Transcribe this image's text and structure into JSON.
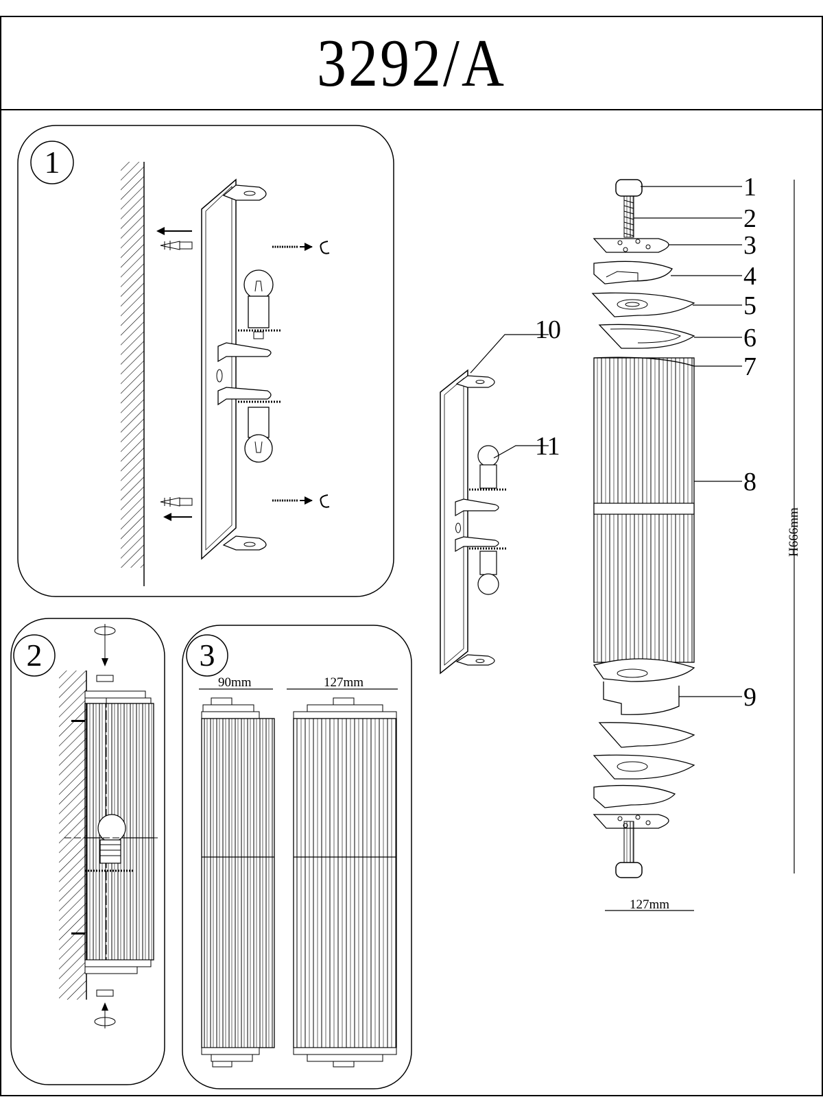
{
  "title": "3292/A",
  "steps": [
    "1",
    "2",
    "3"
  ],
  "callouts": [
    "1",
    "2",
    "3",
    "4",
    "5",
    "6",
    "7",
    "8",
    "9",
    "10",
    "11"
  ],
  "dimensions": {
    "step3_narrow_width": "90mm",
    "step3_wide_width": "127mm",
    "overall_height": "H666mm",
    "overall_width": "127mm"
  }
}
